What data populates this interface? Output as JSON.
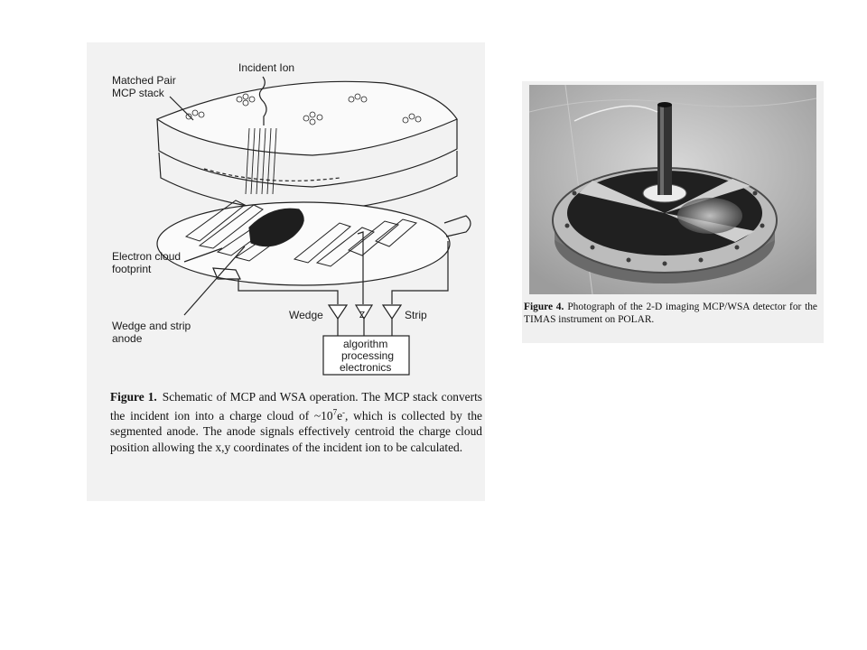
{
  "figure1": {
    "labels": {
      "incident_ion": "Incident Ion",
      "mcp_line1": "Matched Pair",
      "mcp_line2": "MCP stack",
      "cloud_line1": "Electron cloud",
      "cloud_line2": "footprint",
      "anode_line1": "Wedge and strip",
      "anode_line2": "anode",
      "wedge": "Wedge",
      "z": "Z",
      "strip": "Strip",
      "algo_line1": "algorithm",
      "algo_line2": "processing",
      "algo_line3": "electronics"
    },
    "caption_label": "Figure 1.",
    "caption_pre": "Schematic of MCP and WSA operation. The MCP stack converts the incident ion into a charge cloud of ~10",
    "caption_exp": "7",
    "caption_mid": "e",
    "caption_minus": "-",
    "caption_post": ", which is collected by the segmented anode. The anode signals effectively centroid the charge cloud position allowing the x,y coordinates of the incident ion to be calculated."
  },
  "figure4": {
    "caption_label": "Figure 4.",
    "caption_text": "Photograph of the 2-D imaging MCP/WSA detector for the TIMAS instrument on POLAR."
  }
}
